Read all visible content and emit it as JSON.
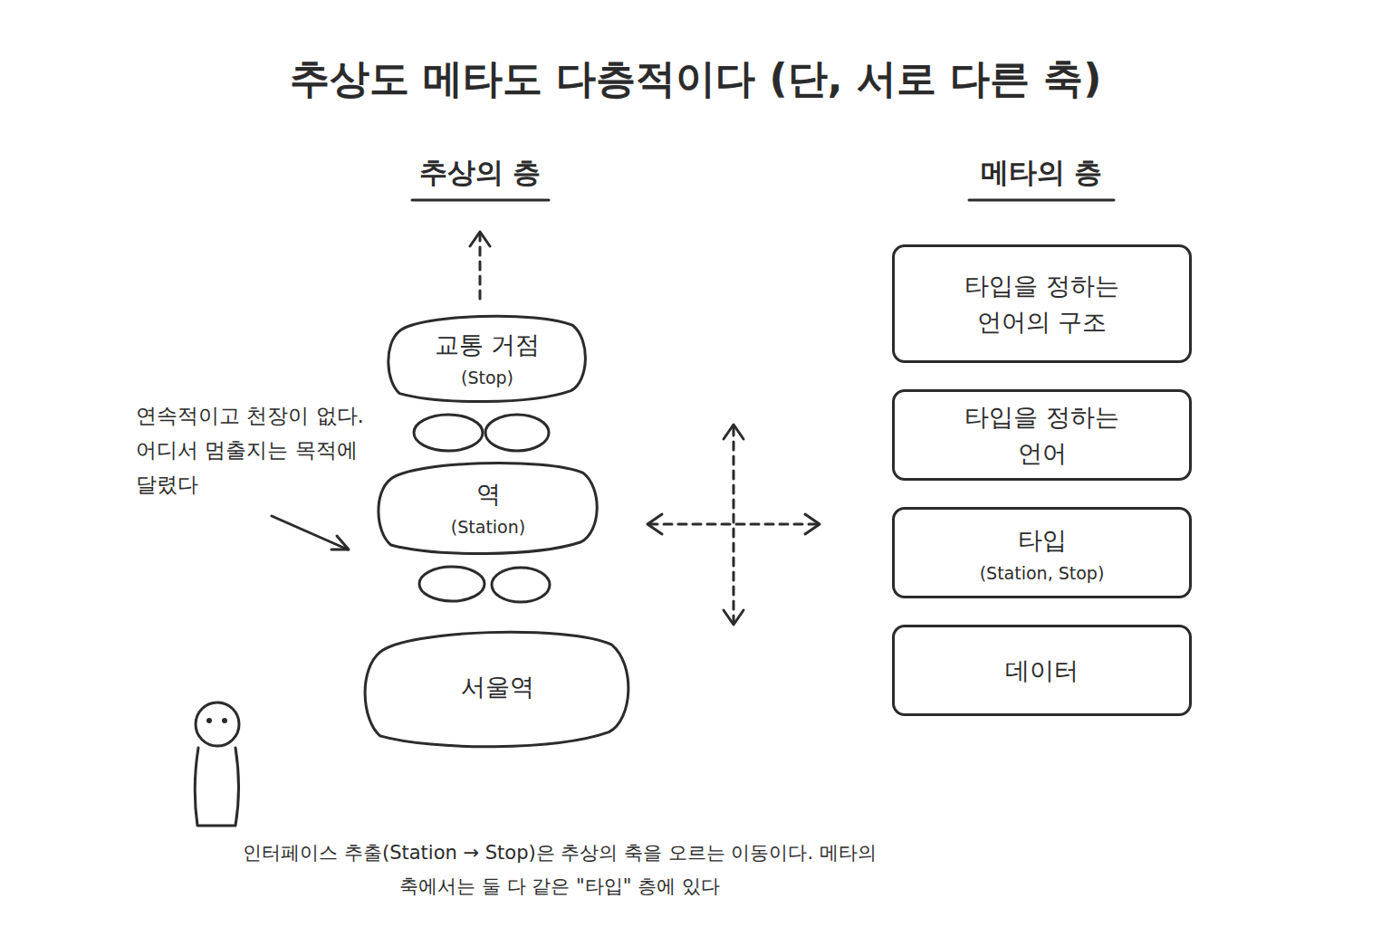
{
  "diagram": {
    "title": "추상도 메타도 다층적이다 (단, 서로 다른 축)",
    "caption": "인터페이스 추출(Station → Stop)은 추상의 축을 오르는 이동이다. 메타의 축에서는 둘 다 같은 \"타입\" 층에 있다",
    "nodes": [
      {
        "text": [
          "교통 거점",
          "(Stop)"
        ]
      },
      {
        "text": [
          "역",
          "(Station)"
        ]
      },
      {
        "text": [
          "서울역"
        ]
      },
      {
        "text": [
          "타입을 정하는 언어의 구조"
        ]
      },
      {
        "text": [
          "타입을 정하는 언어"
        ]
      },
      {
        "text": [
          "타입",
          "(Station, Stop)"
        ]
      },
      {
        "text": [
          "데이터"
        ]
      }
    ],
    "labels": [
      "추상의 층",
      "메타의 층",
      "연속적이고 천장이 없다. 어디서 멈출지는 목적에 달렸다"
    ]
  }
}
